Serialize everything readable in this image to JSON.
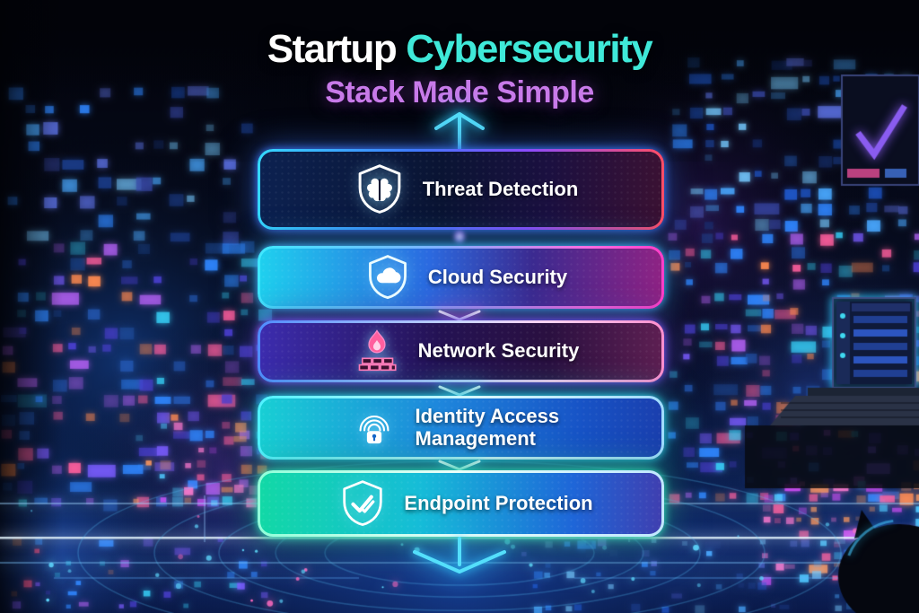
{
  "title": {
    "word1": "Startup",
    "word2": "Cybersecurity",
    "word2_color": "#3fe9d9",
    "line2": "Stack Made Simple",
    "line2_color": "#c87ae9"
  },
  "stack": {
    "items": [
      {
        "label": "Threat Detection",
        "icon": "shield-brain-icon",
        "border": [
          "#35d8ff",
          "#3f7bff 38%",
          "#8a4bff 66%",
          "#ff4d66"
        ],
        "fill": [
          "#0c2150",
          "#0a1433 45%",
          "#1b1040 72%",
          "#3a1133"
        ],
        "glow": "#3f7bff"
      },
      {
        "label": "Cloud Security",
        "icon": "shield-cloud-icon",
        "border": [
          "#3fe8ff",
          "#7fb0ff 45%",
          "#ff6ae0 82%",
          "#ff3ec8"
        ],
        "fill": [
          "#1fd0ee",
          "#2b6ae0 42%",
          "#3b2a90 68%",
          "#8e2384"
        ],
        "glow": "#41b6ff"
      },
      {
        "label": "Network Security",
        "icon": "firewall-flame-icon",
        "border": [
          "#4f8cff",
          "#c8d4ff 50%",
          "#ffd2f2 72%",
          "#ff8ecf"
        ],
        "fill": [
          "#3c2cae",
          "#241253 45%",
          "#2a1040 72%",
          "#5d1f52"
        ],
        "glow": "#7a5cff"
      },
      {
        "label": "Identity Access Management",
        "icon": "fingerprint-lock-icon",
        "border": [
          "#4ff2ff",
          "#d8f6ff 55%",
          "#9fdcff"
        ],
        "fill": [
          "#18cfd4",
          "#1e86dc 45%",
          "#1753c6 80%",
          "#1a3fae"
        ],
        "glow": "#2fd8f0"
      },
      {
        "label": "Endpoint Protection",
        "icon": "shield-check-icon",
        "border": [
          "#8fffd9",
          "#eafff8 48%",
          "#bfe8ff"
        ],
        "fill": [
          "#12d8a6",
          "#16bcd8 40%",
          "#1e66d8 78%",
          "#3f3fb0"
        ],
        "glow": "#35e8c0"
      }
    ]
  },
  "flow": {
    "arrow_color": "#54dffb",
    "connector_colors": [
      "#b88cff",
      "#ff5ae0",
      "#37e6ff",
      "#37e6ff"
    ]
  }
}
